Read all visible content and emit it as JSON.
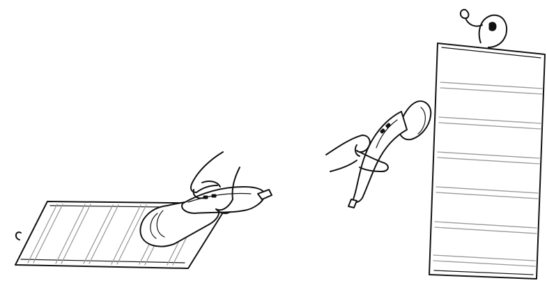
{
  "figure": {
    "panels": [
      {
        "id": "horizontal-steaming",
        "garment_orientation": "horizontal"
      },
      {
        "id": "vertical-steaming",
        "garment_orientation": "vertical",
        "hanging_hook": true
      }
    ]
  }
}
